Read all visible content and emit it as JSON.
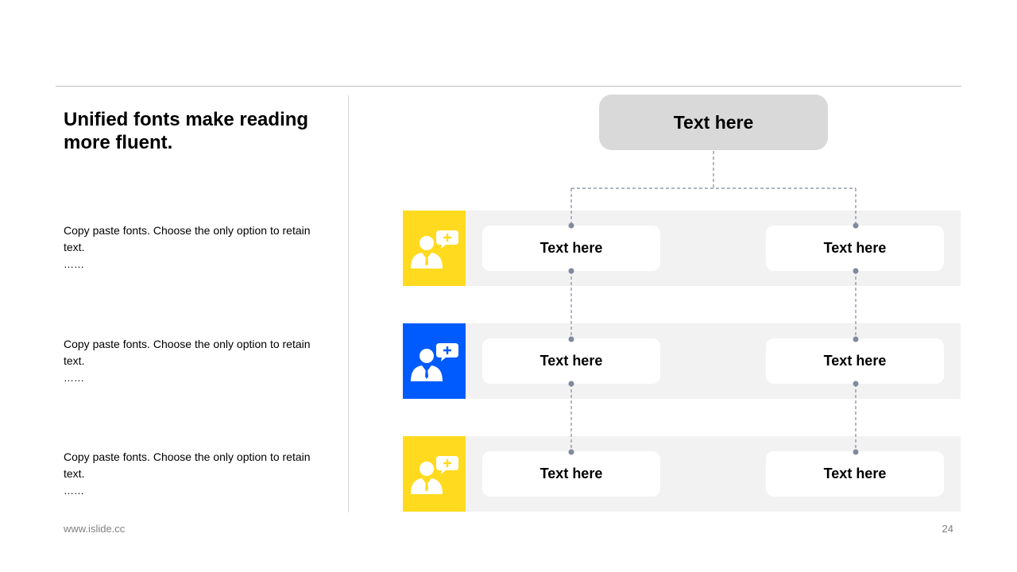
{
  "headline": "Unified fonts make reading more fluent.",
  "paragraphs": [
    {
      "text": "Copy paste fonts. Choose the only option to retain text.",
      "ellipsis": "……"
    },
    {
      "text": "Copy paste fonts. Choose the only option to retain text.",
      "ellipsis": "……"
    },
    {
      "text": "Copy paste fonts. Choose the only option to retain text.",
      "ellipsis": "……"
    }
  ],
  "diagram": {
    "root": "Text here",
    "rows": [
      {
        "icon": "user-chat-icon",
        "color": "#FFDA1F",
        "left": "Text here",
        "right": "Text here"
      },
      {
        "icon": "user-chat-icon",
        "color": "#005BFF",
        "left": "Text here",
        "right": "Text here"
      },
      {
        "icon": "user-chat-icon",
        "color": "#FFDA1F",
        "left": "Text here",
        "right": "Text here"
      }
    ],
    "connector_color": "#7F8A9E",
    "band_color": "#F2F2F2"
  },
  "footer": {
    "url": "www.islide.cc",
    "page": "24"
  }
}
